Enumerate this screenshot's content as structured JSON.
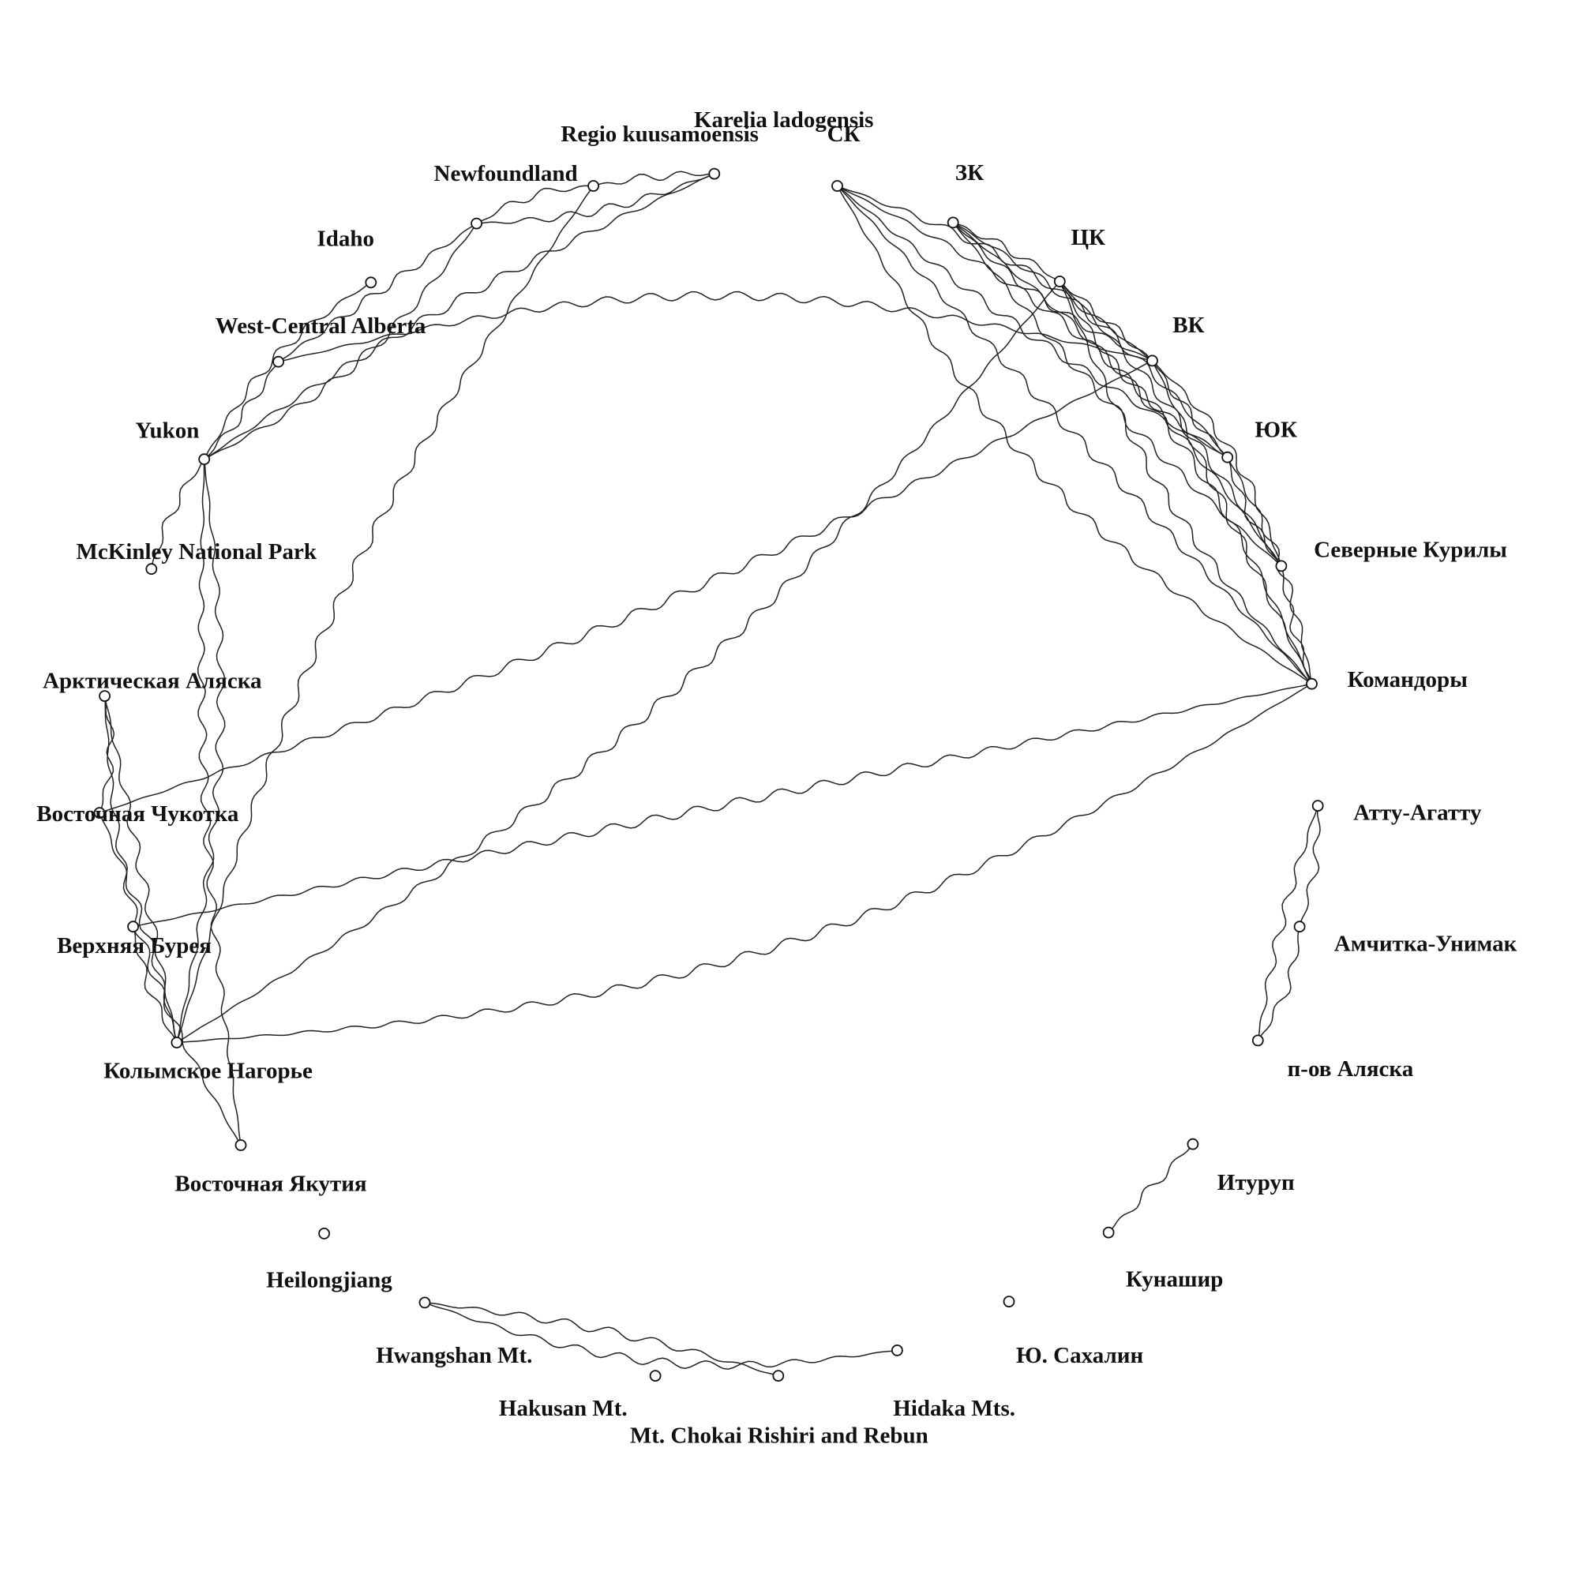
{
  "colors": {
    "background": "#ffffff",
    "ink": "#111111"
  },
  "nodes": [
    {
      "id": "regio-kuusamoensis",
      "label": "Regio kuusamoensis"
    },
    {
      "id": "karelia-ladogensis",
      "label": "Karelia ladogensis"
    },
    {
      "id": "sk",
      "label": "СК"
    },
    {
      "id": "zk",
      "label": "ЗК"
    },
    {
      "id": "newfoundland",
      "label": "Newfoundland"
    },
    {
      "id": "idaho",
      "label": "Idaho"
    },
    {
      "id": "tsk",
      "label": "ЦК"
    },
    {
      "id": "west-central-alberta",
      "label": "West-Central Alberta"
    },
    {
      "id": "vk",
      "label": "ВК"
    },
    {
      "id": "yukon",
      "label": "Yukon"
    },
    {
      "id": "yuk",
      "label": "ЮК"
    },
    {
      "id": "mckinley",
      "label": "McKinley National Park"
    },
    {
      "id": "severnye-kurily",
      "label": "Северные Курилы"
    },
    {
      "id": "arkticheskaya-alyaska",
      "label": "Арктическая Аляска"
    },
    {
      "id": "komandory",
      "label": "Командоры"
    },
    {
      "id": "vostochnaya-chukotka",
      "label": "Восточная Чукотка"
    },
    {
      "id": "attu-agattu",
      "label": "Атту-Агатту"
    },
    {
      "id": "verkhnyaya-bureya",
      "label": "Верхняя Бурея"
    },
    {
      "id": "amchitka-unimak",
      "label": "Амчитка-Унимак"
    },
    {
      "id": "kolymskoe-nagorye",
      "label": "Колымское Нагорье"
    },
    {
      "id": "p-ov-alyaska",
      "label": "п-ов Аляска"
    },
    {
      "id": "vostochnaya-yakutiya",
      "label": "Восточная Якутия"
    },
    {
      "id": "iturup",
      "label": "Итуруп"
    },
    {
      "id": "heilongjiang",
      "label": "Heilongjiang"
    },
    {
      "id": "kunashir",
      "label": "Кунашир"
    },
    {
      "id": "hwangshan",
      "label": "Hwangshan Mt."
    },
    {
      "id": "yu-sakhalin",
      "label": "Ю. Сахалин"
    },
    {
      "id": "hakusan",
      "label": "Hakusan Mt."
    },
    {
      "id": "hidaka",
      "label": "Hidaka Mts."
    },
    {
      "id": "chokai",
      "label": "Mt. Chokai Rishiri and Rebun"
    }
  ],
  "edges": [
    [
      "sk",
      "vk"
    ],
    [
      "sk",
      "yuk"
    ],
    [
      "sk",
      "severnye-kurily"
    ],
    [
      "sk",
      "komandory"
    ],
    [
      "sk",
      "komandory"
    ],
    [
      "zk",
      "tsk"
    ],
    [
      "zk",
      "vk"
    ],
    [
      "zk",
      "yuk"
    ],
    [
      "zk",
      "severnye-kurily"
    ],
    [
      "zk",
      "komandory"
    ],
    [
      "tsk",
      "vk"
    ],
    [
      "tsk",
      "yuk"
    ],
    [
      "tsk",
      "severnye-kurily"
    ],
    [
      "tsk",
      "komandory"
    ],
    [
      "tsk",
      "kolymskoe-nagorye"
    ],
    [
      "vk",
      "yuk"
    ],
    [
      "vk",
      "severnye-kurily"
    ],
    [
      "vk",
      "komandory"
    ],
    [
      "vk",
      "west-central-alberta"
    ],
    [
      "vk",
      "vostochnaya-chukotka"
    ],
    [
      "yuk",
      "severnye-kurily"
    ],
    [
      "yuk",
      "komandory"
    ],
    [
      "severnye-kurily",
      "komandory"
    ],
    [
      "komandory",
      "kolymskoe-nagorye"
    ],
    [
      "komandory",
      "verkhnyaya-bureya"
    ],
    [
      "regio-kuusamoensis",
      "newfoundland"
    ],
    [
      "regio-kuusamoensis",
      "karelia-ladogensis"
    ],
    [
      "regio-kuusamoensis",
      "kolymskoe-nagorye"
    ],
    [
      "karelia-ladogensis",
      "newfoundland"
    ],
    [
      "karelia-ladogensis",
      "yukon"
    ],
    [
      "newfoundland",
      "yukon"
    ],
    [
      "newfoundland",
      "west-central-alberta"
    ],
    [
      "idaho",
      "yukon"
    ],
    [
      "west-central-alberta",
      "yukon"
    ],
    [
      "yukon",
      "mckinley"
    ],
    [
      "yukon",
      "kolymskoe-nagorye"
    ],
    [
      "yukon",
      "vostochnaya-yakutiya"
    ],
    [
      "arkticheskaya-alyaska",
      "vostochnaya-chukotka"
    ],
    [
      "arkticheskaya-alyaska",
      "kolymskoe-nagorye"
    ],
    [
      "arkticheskaya-alyaska",
      "vostochnaya-yakutiya"
    ],
    [
      "vostochnaya-chukotka",
      "kolymskoe-nagorye"
    ],
    [
      "verkhnyaya-bureya",
      "kolymskoe-nagorye"
    ],
    [
      "attu-agattu",
      "amchitka-unimak"
    ],
    [
      "attu-agattu",
      "p-ov-alyaska"
    ],
    [
      "amchitka-unimak",
      "p-ov-alyaska"
    ],
    [
      "iturup",
      "kunashir"
    ],
    [
      "hwangshan",
      "hidaka"
    ],
    [
      "hwangshan",
      "chokai"
    ]
  ]
}
